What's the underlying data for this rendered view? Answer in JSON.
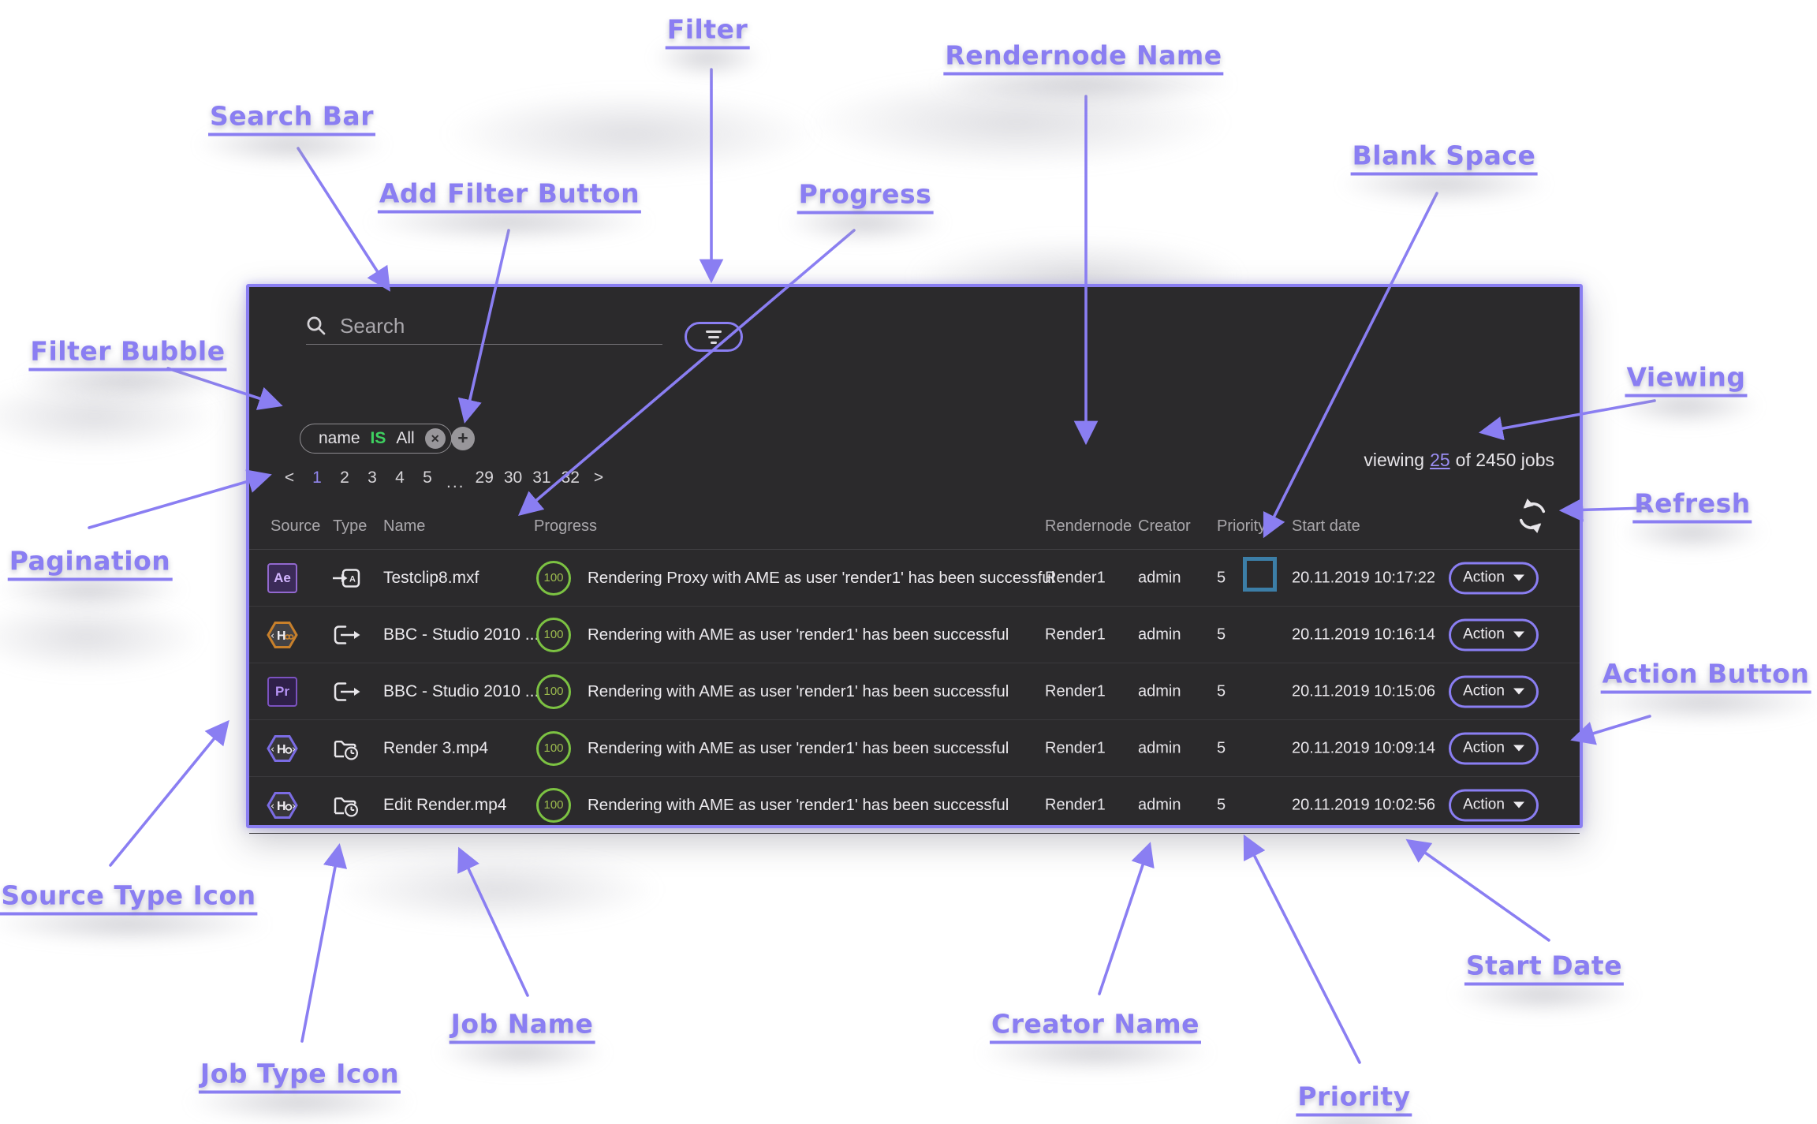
{
  "annotations": {
    "filter": "Filter",
    "search_bar": "Search Bar",
    "add_filter_button": "Add Filter Button",
    "progress": "Progress",
    "rendernode_name": "Rendernode Name",
    "blank_space": "Blank Space",
    "filter_bubble": "Filter Bubble",
    "viewing": "Viewing",
    "pagination": "Pagination",
    "refresh": "Refresh",
    "source_type_icon": "Source Type Icon",
    "action_button": "Action Button",
    "job_name": "Job Name",
    "job_type_icon": "Job Type Icon",
    "creator_name": "Creator Name",
    "priority": "Priority",
    "start_date": "Start Date"
  },
  "panel": {
    "search": {
      "placeholder": "Search"
    },
    "filter_chip": {
      "field": "name",
      "op": "IS",
      "value": "All"
    },
    "icons": {
      "close": "✕",
      "plus": "+",
      "prev": "<",
      "next": ">"
    },
    "pagination": {
      "pages": [
        "1",
        "2",
        "3",
        "4",
        "5"
      ],
      "ellipsis": "...",
      "pages_tail": [
        "29",
        "30",
        "31",
        "32"
      ]
    },
    "viewing": {
      "pre": "viewing",
      "link": "25",
      "post": "of 2450 jobs"
    },
    "columns": {
      "source": "Source",
      "type": "Type",
      "name": "Name",
      "progress": "Progress",
      "rendernode": "Rendernode",
      "creator": "Creator",
      "priority": "Priority",
      "start_date": "Start date"
    },
    "action_label": "Action",
    "rows": [
      {
        "source_badge": "Ae",
        "name": "Testclip8.mxf",
        "progress": "100",
        "message": "Rendering Proxy with AME as user 'render1' has been successful",
        "rendernode": "Render1",
        "creator": "admin",
        "priority": "5",
        "start_date": "20.11.2019 10:17:22"
      },
      {
        "source_badge": "H",
        "name": "BBC - Studio 2010 ...",
        "progress": "100",
        "message": "Rendering with AME as user 'render1' has been successful",
        "rendernode": "Render1",
        "creator": "admin",
        "priority": "5",
        "start_date": "20.11.2019 10:16:14"
      },
      {
        "source_badge": "Pr",
        "name": "BBC - Studio 2010 ...",
        "progress": "100",
        "message": "Rendering with AME as user 'render1' has been successful",
        "rendernode": "Render1",
        "creator": "admin",
        "priority": "5",
        "start_date": "20.11.2019 10:15:06"
      },
      {
        "source_badge": "H",
        "name": "Render 3.mp4",
        "progress": "100",
        "message": "Rendering with AME as user 'render1' has been successful",
        "rendernode": "Render1",
        "creator": "admin",
        "priority": "5",
        "start_date": "20.11.2019 10:09:14"
      },
      {
        "source_badge": "H",
        "name": "Edit Render.mp4",
        "progress": "100",
        "message": "Rendering with AME as user 'render1' has been successful",
        "rendernode": "Render1",
        "creator": "admin",
        "priority": "5",
        "start_date": "20.11.2019 10:02:56"
      }
    ]
  },
  "colors": {
    "annotation_purple": "#8a7ef2",
    "panel_bg": "#2b2a2c",
    "progress_green": "#7cc242",
    "operator_green": "#3ed160",
    "blank_space_blue": "#3c7ea7",
    "active_page_purple": "#9186ee"
  }
}
